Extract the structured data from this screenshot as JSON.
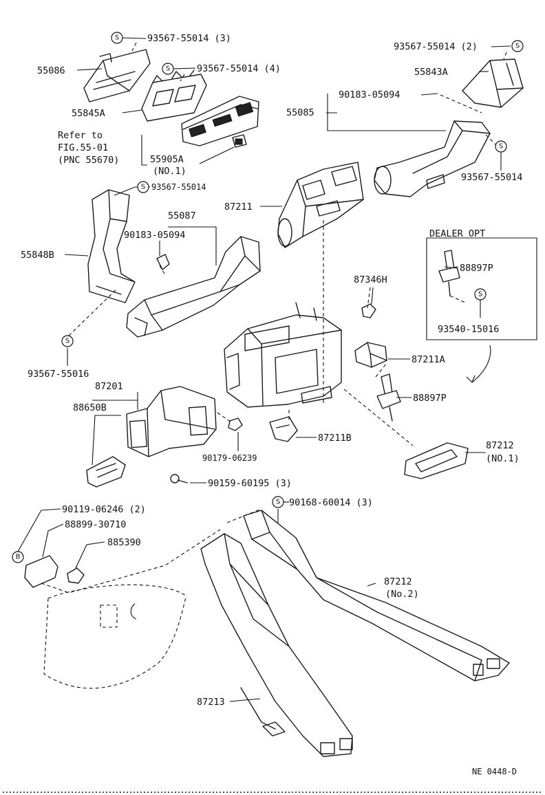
{
  "labels": {
    "p93567_55014_3": "93567-55014 (3)",
    "p55086": "55086",
    "p93567_55014_4": "93567-55014 (4)",
    "p55845A": "55845A",
    "refer_line1": "Refer to",
    "refer_line2": "FIG.55-01",
    "refer_line3": "(PNC 55670)",
    "p55905A": "55905A",
    "p55905A_no": "(NO.1)",
    "p93567_55014_2": "93567-55014 (2)",
    "p55843A": "55843A",
    "p90183_05094_top": "90183-05094",
    "p55085": "55085",
    "p93567_55014_right": "93567-55014",
    "p93567_55014_left": "93567-55014",
    "p55087": "55087",
    "p90183_05094_mid": "90183-05094",
    "p55848B": "55848B",
    "p87211": "87211",
    "dealer_opt": "DEALER OPT",
    "p88897P_top": "88897P",
    "p93540_15016": "93540-15016",
    "p87346H": "87346H",
    "p93567_55016": "93567-55016",
    "p87201": "87201",
    "p88650B": "88650B",
    "p87211A": "87211A",
    "p88897P_mid": "88897P",
    "p90179_06239": "90179-06239",
    "p87211B": "87211B",
    "p87212_no1": "87212",
    "p87212_no1_sub": "(NO.1)",
    "p90159_60195": "90159-60195 (3)",
    "p90168_60014": "90168-60014 (3)",
    "p90119_06246": "90119-06246 (2)",
    "p88899_30710": "88899-30710",
    "p885390": "885390",
    "p87212_no2": "87212",
    "p87212_no2_sub": "(No.2)",
    "p87213": "87213",
    "footer_code": "NE 0448-D"
  },
  "symbols": {
    "screw_s": "S",
    "bolt_b": "B"
  }
}
